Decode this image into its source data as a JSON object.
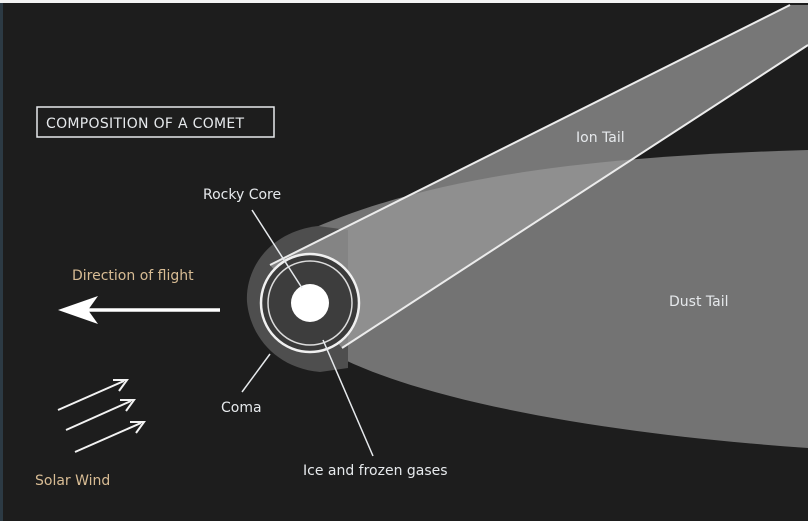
{
  "title": "COMPOSITION OF A COMET",
  "labels": {
    "rocky_core": "Rocky Core",
    "ion_tail": "Ion Tail",
    "dust_tail": "Dust Tail",
    "direction_of_flight": "Direction of flight",
    "coma": "Coma",
    "ice_and_frozen_gases": "Ice and frozen gases",
    "solar_wind": "Solar Wind"
  },
  "colors": {
    "background": "#1d1d1d",
    "label_white": "#e6e9ec",
    "label_tan": "#d8bc94",
    "dust_tail_fill": "#7b7b7b",
    "ion_tail_fill": "#969696",
    "coma_fill": "#4a4a4a",
    "nucleus": "#ffffff"
  }
}
